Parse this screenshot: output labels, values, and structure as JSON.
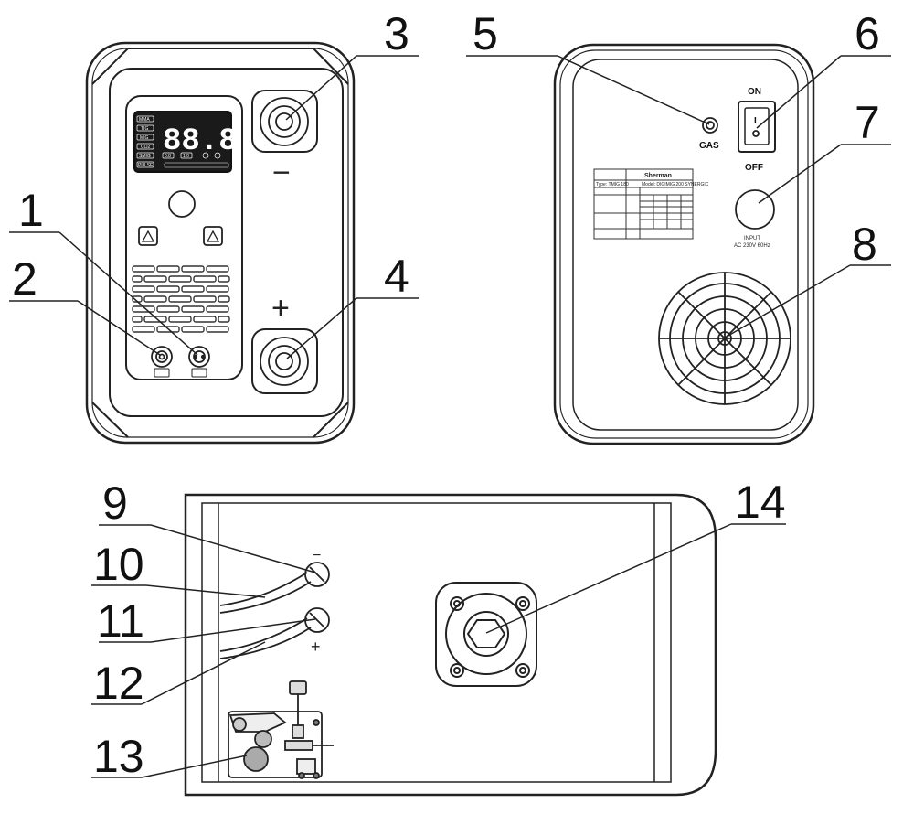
{
  "callouts": [
    "1",
    "2",
    "3",
    "4",
    "5",
    "6",
    "7",
    "8",
    "9",
    "10",
    "11",
    "12",
    "13",
    "14"
  ],
  "front_panel": {
    "display_digits": "88.8",
    "minus_sign": "−",
    "plus_sign": "+",
    "left_labels": [
      "MMA",
      "TIG",
      "MIG",
      "CO2",
      "SMIG",
      "PULSE"
    ],
    "bottom_values": [
      "0.8",
      "1.0"
    ]
  },
  "rear_panel": {
    "gas_label": "GAS",
    "on_label": "ON",
    "off_label": "OFF",
    "switch_mark": "I",
    "input_line1": "INPUT",
    "input_line2": "AC 230V 60Hz",
    "nameplate_brand": "Sherman",
    "nameplate_type": "Type: TMIG 180",
    "nameplate_model": "Model: DIGIMIG 200 SYNERGIC"
  },
  "side_panel": {
    "minus_sign": "−",
    "plus_sign": "+"
  }
}
